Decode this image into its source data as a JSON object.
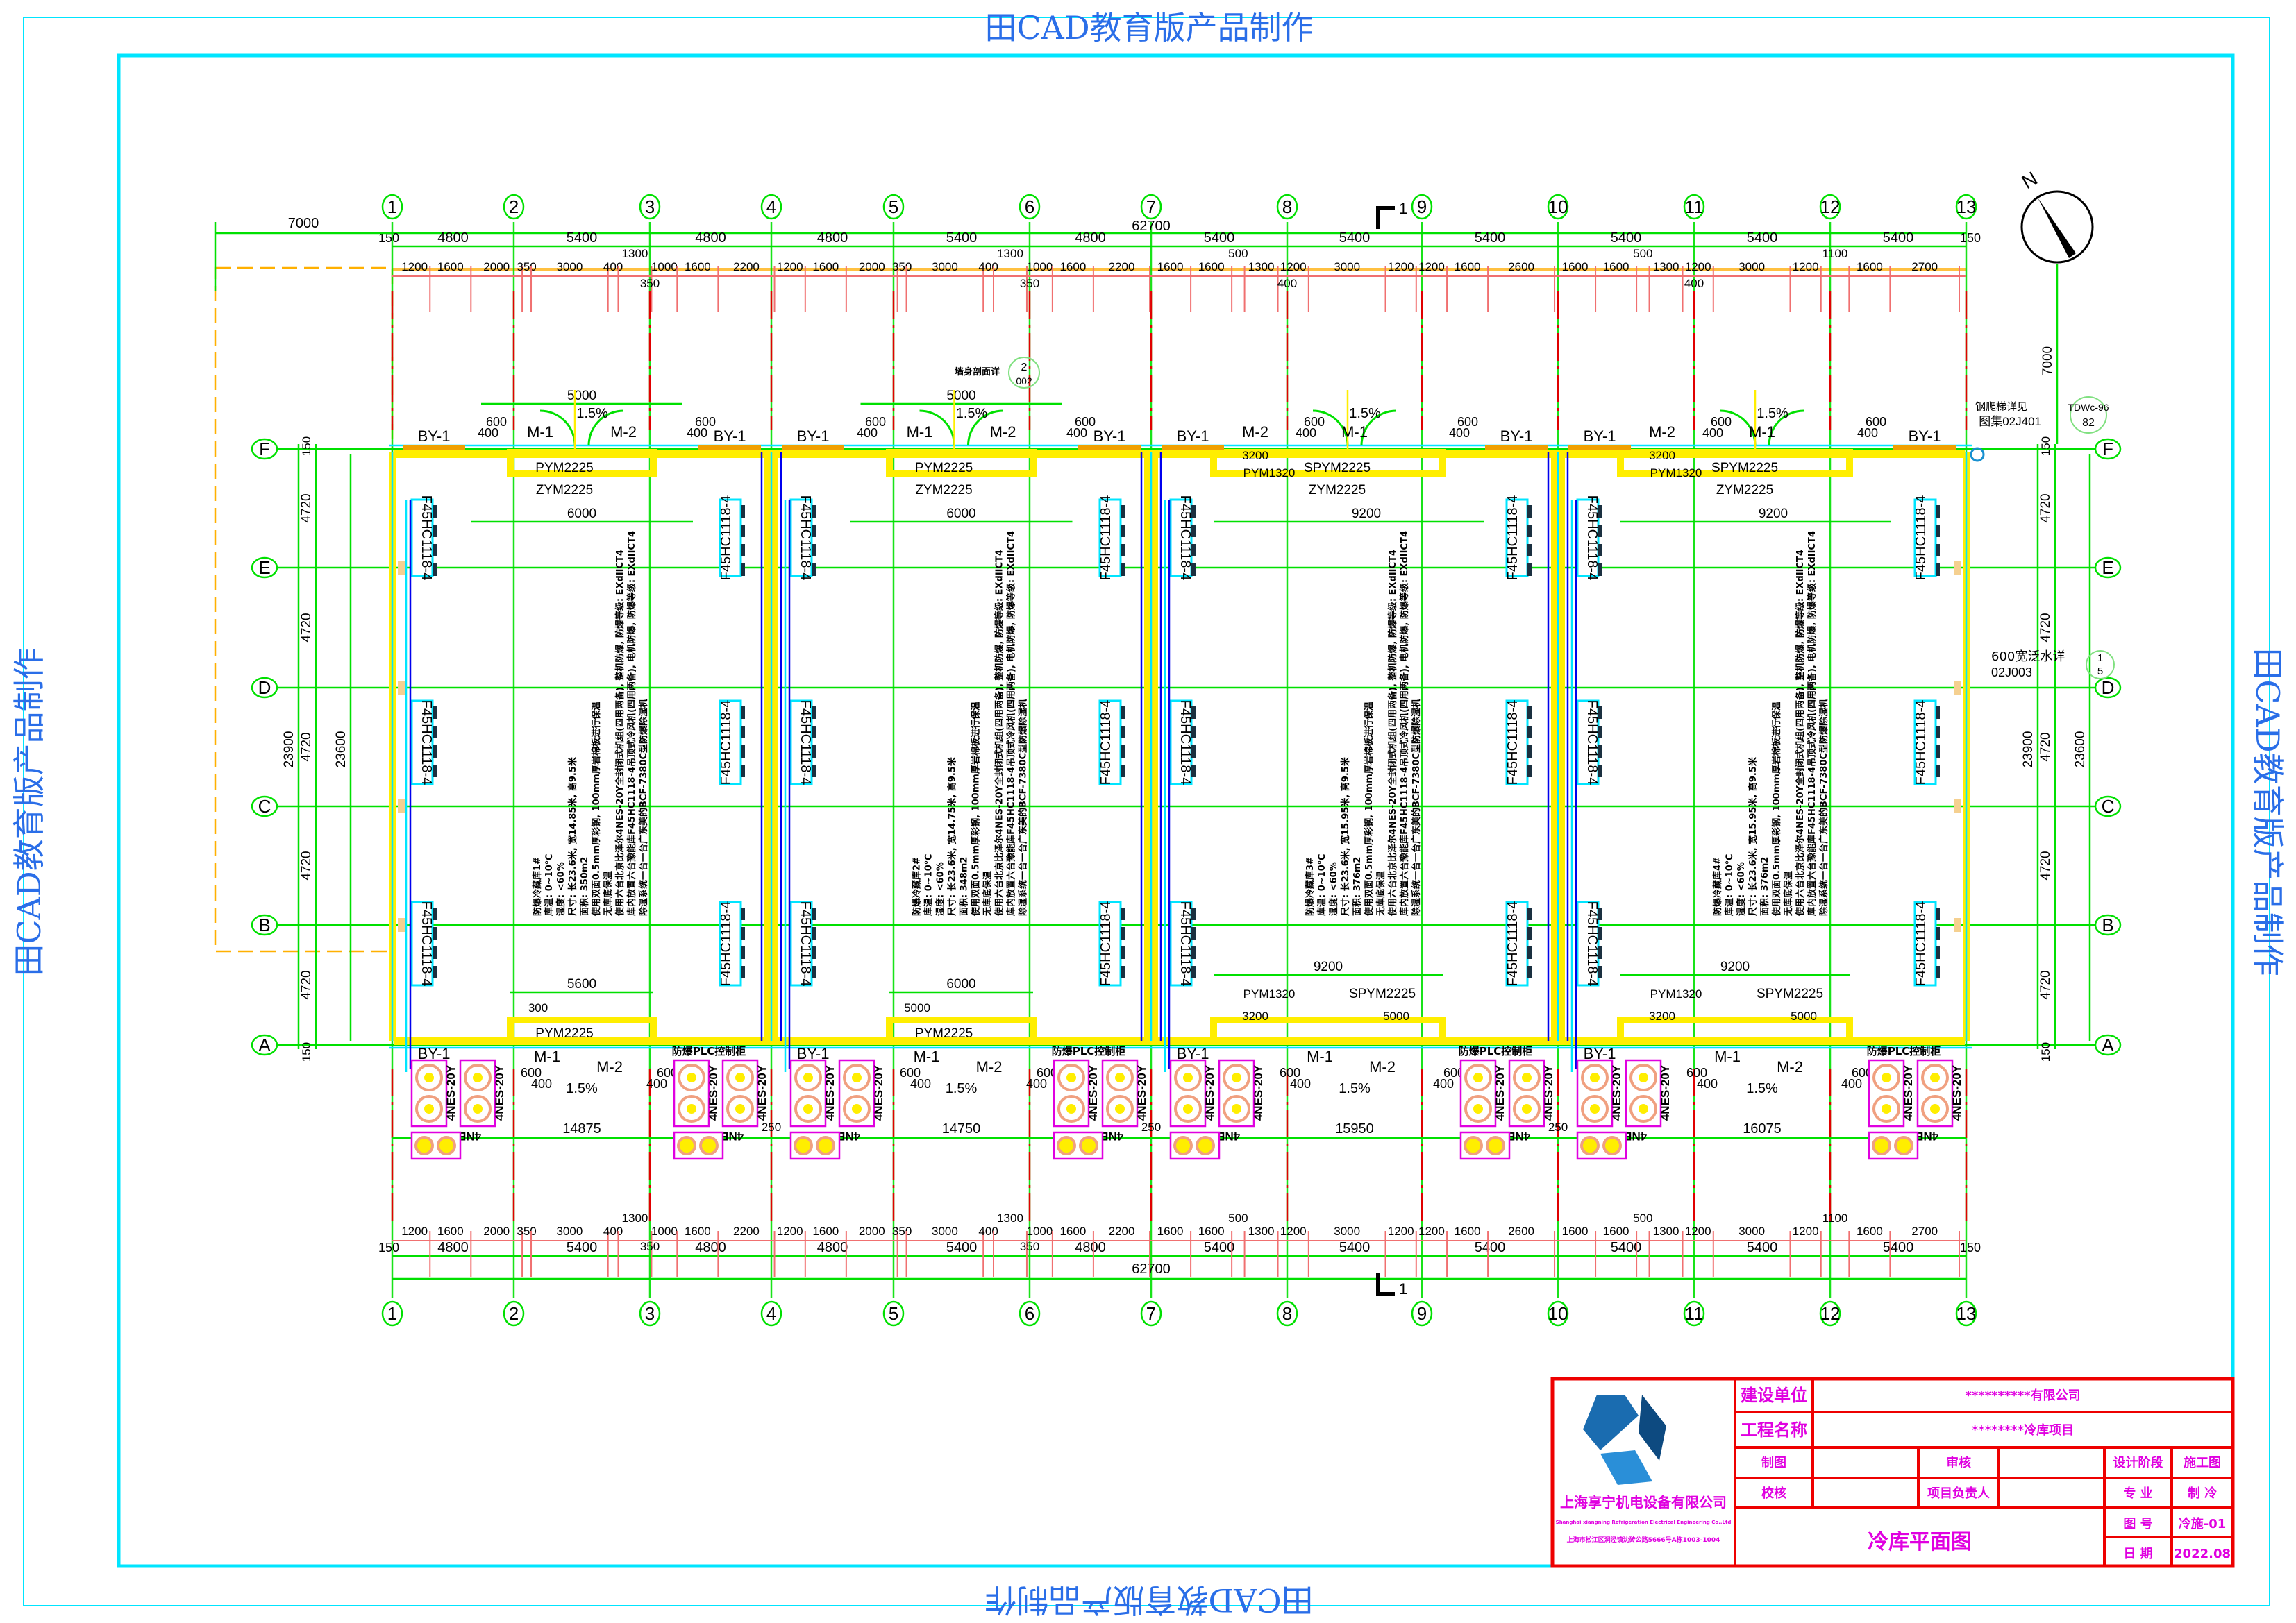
{
  "watermark": "田CAD教育版产品制作",
  "axes": {
    "columns": [
      "1",
      "2",
      "3",
      "4",
      "5",
      "6",
      "7",
      "8",
      "9",
      "10",
      "11",
      "12",
      "13"
    ],
    "rows": [
      "F",
      "E",
      "D",
      "C",
      "B",
      "A"
    ]
  },
  "section_mark": "1",
  "compass_label": "N",
  "dims": {
    "total": "62700",
    "left_ext": "7000",
    "edge": "150",
    "bays": [
      "4800",
      "5400",
      "4800",
      "4800",
      "5400",
      "4800",
      "5400",
      "5400",
      "5400",
      "5400",
      "5400",
      "5400"
    ],
    "details": [
      "1200",
      "1600",
      "2000",
      "350",
      "3000",
      "400",
      "1300",
      "1000",
      "1600",
      "2200",
      "1200",
      "1600",
      "2000",
      "350",
      "3000",
      "400",
      "1300",
      "1000",
      "1600",
      "2200",
      "1600",
      "1600",
      "500",
      "1300",
      "1200",
      "3000",
      "1200",
      "1200",
      "1600",
      "2600",
      "1600",
      "1600",
      "500",
      "1300",
      "1200",
      "3000",
      "1200",
      "1100",
      "1600",
      "2700"
    ],
    "sub_top": [
      "350",
      "350",
      "400",
      "400"
    ],
    "row_bays": [
      "4720",
      "4720",
      "4720",
      "4720",
      "4720"
    ],
    "height_total": "23900",
    "height_inner": "23600",
    "right_ext": "7000",
    "gap": "250"
  },
  "labels": {
    "by": "BY-1",
    "m1": "M-1",
    "m2": "M-2",
    "d600": "600",
    "d400": "400",
    "slope": "1.5%",
    "evaporator": "F45HC1118-4",
    "condenser": "4NES-20Y",
    "plc": "防爆PLC控制柜"
  },
  "rooms": [
    {
      "top": {
        "d1": "PYM2225",
        "d2": "ZYM2225",
        "w1": "5000",
        "w2": "6000"
      },
      "bottom": {
        "d1": "PYM2225",
        "w1": "5600",
        "w2": "300"
      },
      "length": "14875",
      "notes": [
        "防爆冷藏库1#",
        "库温: 0~10℃",
        "湿度: <60%",
        "尺寸: 长23.6米, 宽14.85米, 高9.5米",
        "面积: 350m2",
        "使用双面0.5mm厚彩钢, 100mm厚岩棉板进行保温",
        "无库底保温",
        "使用六台北京比泽尔4NES-20Y全封闭式机组(四用两备), 整机防爆, 防爆等级: EXdIICT4",
        "库内放置六台豫能库F45HC1118-4吊顶式冷风机(四用两备), 电机防爆, 防爆等级: EXdIICT4",
        "除湿系统一台一台广东美的BCF-7380C型防爆除湿机"
      ]
    },
    {
      "top": {
        "d1": "PYM2225",
        "d2": "ZYM2225",
        "w1": "5000",
        "w2": "6000"
      },
      "bottom": {
        "d1": "PYM2225",
        "w1": "6000",
        "w2": "5000"
      },
      "length": "14750",
      "notes": [
        "防爆冷藏库2#",
        "库温: 0~10℃",
        "湿度: <60%",
        "尺寸: 长23.6米, 宽14.75米, 高9.5米",
        "面积: 348m2",
        "使用双面0.5mm厚彩钢, 100mm厚岩棉板进行保温",
        "无库底保温",
        "使用六台北京比泽尔4NES-20Y全封闭式机组(四用两备), 整机防爆, 防爆等级: EXdIICT4",
        "库内放置六台豫能库F45HC1118-4吊顶式冷风机(四用两备), 电机防爆, 防爆等级: EXdIICT4",
        "除湿系统一台一台广东美的BCF-7380C型防爆除湿机"
      ]
    },
    {
      "top": {
        "d1": "SPYM2225",
        "d2": "ZYM2225",
        "d3": "PYM1320",
        "w1": "3200",
        "w2": "9200"
      },
      "bottom": {
        "d1": "SPYM2225",
        "d3": "PYM1320",
        "w1": "9200",
        "w2": "3200",
        "w3": "5000"
      },
      "length": "15950",
      "notes": [
        "防爆冷藏库3#",
        "库温: 0~10℃",
        "湿度: <60%",
        "尺寸: 长23.6米, 宽15.95米, 高9.5米",
        "面积: 376m2",
        "使用双面0.5mm厚彩钢, 100mm厚岩棉板进行保温",
        "无库底保温",
        "使用六台北京比泽尔4NES-20Y全封闭式机组(四用两备), 整机防爆, 防爆等级: EXdIICT4",
        "库内放置六台豫能库F45HC1118-4吊顶式冷风机(四用两备), 电机防爆, 防爆等级: EXdIICT4",
        "除湿系统一台一台广东美的BCF-7380C型防爆除湿机"
      ]
    },
    {
      "top": {
        "d1": "SPYM2225",
        "d2": "ZYM2225",
        "d3": "PYM1320",
        "w1": "3200",
        "w2": "9200"
      },
      "bottom": {
        "d1": "SPYM2225",
        "d3": "PYM1320",
        "w1": "9200",
        "w2": "3200",
        "w3": "5000"
      },
      "length": "16075",
      "notes": [
        "防爆冷藏库4#",
        "库温: 0~10℃",
        "湿度: <60%",
        "尺寸: 长23.6米, 宽15.95米, 高9.5米",
        "面积: 376m2",
        "使用双面0.5mm厚彩钢, 100mm厚岩棉板进行保温",
        "无库底保温",
        "使用六台北京比泽尔4NES-20Y全封闭式机组(四用两备), 整机防爆, 防爆等级: EXdIICT4",
        "库内放置六台豫能库F45HC1118-4吊顶式冷风机(四用两备), 电机防爆, 防爆等级: EXdIICT4",
        "除湿系统一台一台广东美的BCF-7380C型防爆除湿机"
      ]
    }
  ],
  "annotations": {
    "ladder_note": "钢爬梯详见",
    "ladder_ref": "图集02J401",
    "ladder_circle_top": "TDWc-96",
    "ladder_circle_bottom": "82",
    "flashing_note": "600宽泛水详",
    "flashing_ref": "02J003",
    "flashing_circle_top": "1",
    "flashing_circle_bottom": "5",
    "wall_note": "墙身剖面详",
    "wall_circle_top": "2",
    "wall_circle_bottom": "002"
  },
  "title_block": {
    "company_cn": "上海享宁机电设备有限公司",
    "company_en": "Shanghai xiangning Refrigeration Electrical Engineering Co.,Ltd",
    "address": "上海市松江区洞泾镇沈砖公路5666号A栋1003-1004",
    "client_label": "建设单位",
    "client_value": "**********有限公司",
    "project_label": "工程名称",
    "project_value": "********冷库项目",
    "drawn_label": "制图",
    "review_label": "审核",
    "stage_label": "设计阶段",
    "stage_value": "施工图",
    "check_label": "校核",
    "lead_label": "项目负责人",
    "discipline_label": "专 业",
    "discipline_value": "制 冷",
    "drawing_title": "冷库平面图",
    "number_label": "图 号",
    "number_value": "冷施-01",
    "date_label": "日 期",
    "date_value": "2022.08"
  },
  "colors": {
    "axis": "#00e000",
    "wall": "#ffee00",
    "frame": "#00e5ff",
    "title_border": "#ee0000",
    "title_text": "#e000e0",
    "watermark": "#2a6ee8"
  }
}
